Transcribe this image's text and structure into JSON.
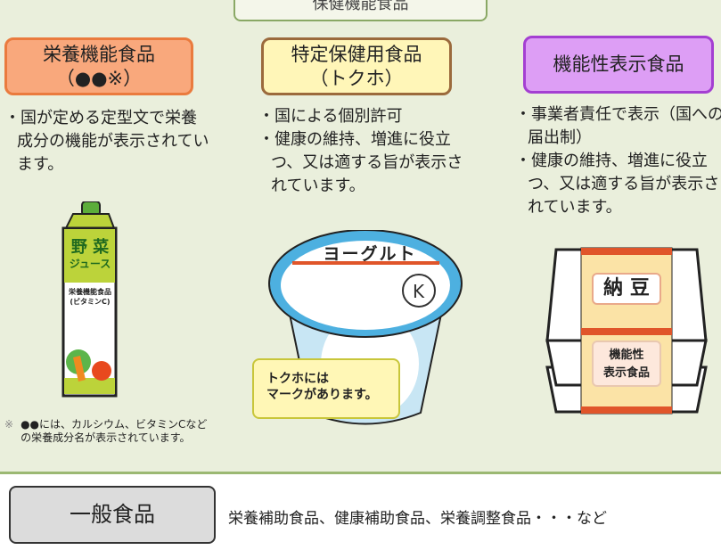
{
  "header": {
    "title": "保健機能食品"
  },
  "categories": [
    {
      "name": "栄養機能食品",
      "sub": "（●●※）",
      "bullets": [
        "・国が定める定型文で栄養成分の機能が表示されています。"
      ],
      "fill": "#f9a87c",
      "border": "#ea7b3e"
    },
    {
      "name": "特定保健用食品",
      "sub": "（トクホ）",
      "bullets": [
        "・国による個別許可",
        "・健康の維持、増進に役立つ、又は適する旨が表示されています。"
      ],
      "fill": "#fff6b8",
      "border": "#9b6a3c"
    },
    {
      "name": "機能性表示食品",
      "bullets": [
        "・事業者責任で表示（国への届出制）",
        "・健康の維持、増進に役立つ、又は適する旨が表示されています。"
      ],
      "fill": "#dd9ef5",
      "border": "#a43fd2"
    }
  ],
  "illustrations": {
    "juice": {
      "line1": "野 菜",
      "line2": "ジュース",
      "label1": "栄養機能食品",
      "label2": "(ビタミンC)"
    },
    "yogurt": {
      "label": "ヨーグルト",
      "bubble": [
        "トクホには",
        "マークがあります。"
      ]
    },
    "natto": {
      "label": "納 豆",
      "tag1": "機能性",
      "tag2": "表示食品"
    }
  },
  "footnote": {
    "mark": "※",
    "text": "●●には、カルシウム、ビタミンCなどの栄養成分名が表示されています。"
  },
  "general": {
    "label": "一般食品",
    "examples": "栄養補助食品、健康補助食品、栄養調整食品・・・など"
  }
}
